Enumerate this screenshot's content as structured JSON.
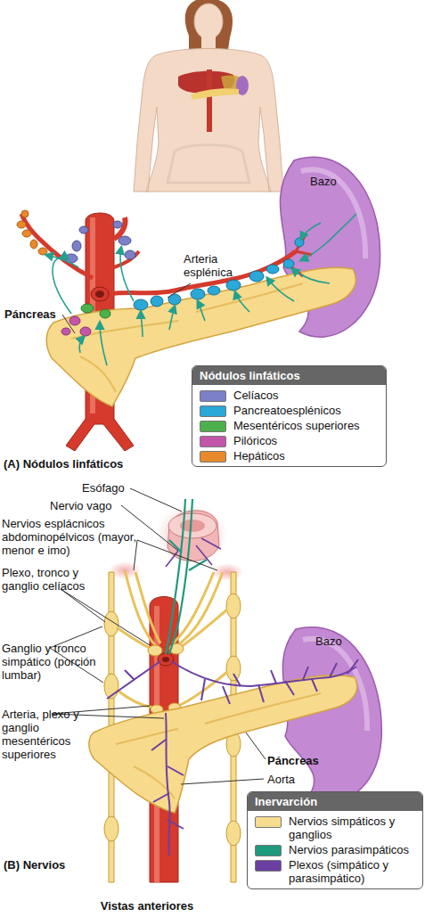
{
  "diagram": {
    "caption": "Vistas anteriores",
    "nodes": [
      {
        "text": [
          "Nódulos linfáticos"
        ]
      },
      {
        "text": [
          "Inervarción"
        ]
      }
    ],
    "labels": [
      "Bazo",
      "Arteria esplénica",
      "Páncreas",
      "(A) Nódulos linfáticos",
      "Esófago",
      "Nervio vago",
      "Nervios esplácnicos abdominopélvicos (mayor, menor e imo)",
      "Plexo, tronco y ganglio celíacos",
      "Ganglio y tronco simpático (porción lumbar)",
      "Arteria, plexo y ganglio mesentéricos superiores",
      "Bazo",
      "Páncreas",
      "Aorta",
      "(B) Nervios"
    ],
    "legend": [
      {
        "text": "Celíacos",
        "color": "#7b80c8"
      },
      {
        "text": "Pancreatoesplénicos",
        "color": "#2aa8d8"
      },
      {
        "text": "Mesentéricos superiores",
        "color": "#4cb04c"
      },
      {
        "text": "Pilóricos",
        "color": "#c356a8"
      },
      {
        "text": "Hepáticos",
        "color": "#e88a2c"
      },
      {
        "text": "Nervios simpáticos y ganglios",
        "color": "#f6dc8e"
      },
      {
        "text": "Nervios parasimpáticos",
        "color": "#1e9a7c"
      },
      {
        "text": "Plexos (simpático y parasimpático)",
        "color": "#6b3fa2"
      }
    ]
  }
}
